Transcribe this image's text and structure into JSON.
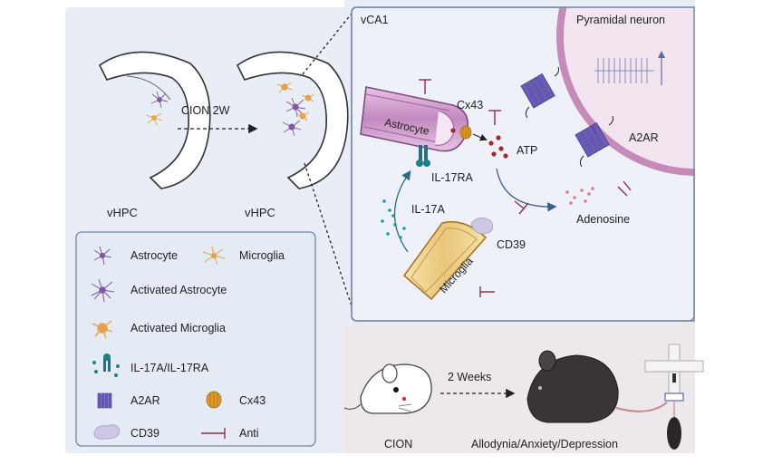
{
  "left": {
    "arrow_label": "CION 2W",
    "hpc_normal_label": "vHPC",
    "hpc_cion_label": "vHPC"
  },
  "legend": {
    "astrocyte": "Astrocyte",
    "microglia": "Microglia",
    "activated_astrocyte": "Activated Astrocyte",
    "activated_microglia": "Activated Microglia",
    "il17": "IL-17A/IL-17RA",
    "a2ar": "A2AR",
    "cx43": "Cx43",
    "cd39": "CD39",
    "anti": "Anti"
  },
  "vca1": {
    "region_label": "vCA1",
    "neuron_label": "Pyramidal neuron",
    "astrocyte_label": "Astrocyte",
    "cx43_label": "Cx43",
    "il17ra_label": "IL-17RA",
    "atp_label": "ATP",
    "a2ar_label": "A2AR",
    "il17a_label": "IL-17A",
    "adenosine_label": "Adenosine",
    "cd39_label": "CD39",
    "microglia_label": "Microglia"
  },
  "bottom": {
    "cion_label": "CION",
    "weeks_label": "2 Weeks",
    "outcome_label": "Allodynia/Anxiety/Depression"
  },
  "colors": {
    "background_panel": "#e8eef7",
    "panel_border": "#6f86a8",
    "astrocyte_purple": "#7e57a8",
    "microglia_orange": "#e8a24a",
    "membrane": "#c58ab8",
    "anti_mark": "#8a2f4a",
    "il17_teal": "#1e7f86"
  }
}
